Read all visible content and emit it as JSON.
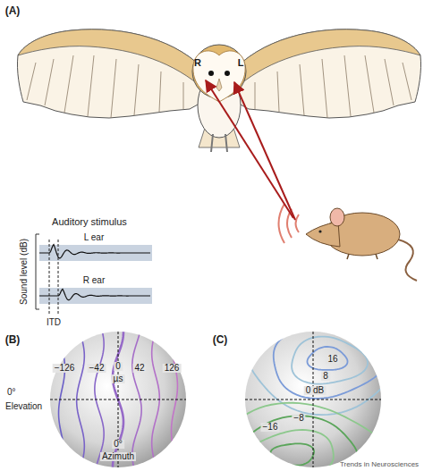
{
  "diagram": {
    "labels": [
      "(A)",
      "R",
      "L",
      "Auditory stimulus",
      "Sound level (dB)",
      "L ear",
      "R ear",
      "ITD",
      "(B)",
      "−126",
      "−42",
      "0",
      "42",
      "126",
      "µs",
      "0°",
      "Elevation",
      "0°",
      "Azimuth",
      "(C)",
      "16",
      "8",
      "0 dB",
      "−8",
      "−16",
      "Trends in Neurosciences"
    ]
  }
}
